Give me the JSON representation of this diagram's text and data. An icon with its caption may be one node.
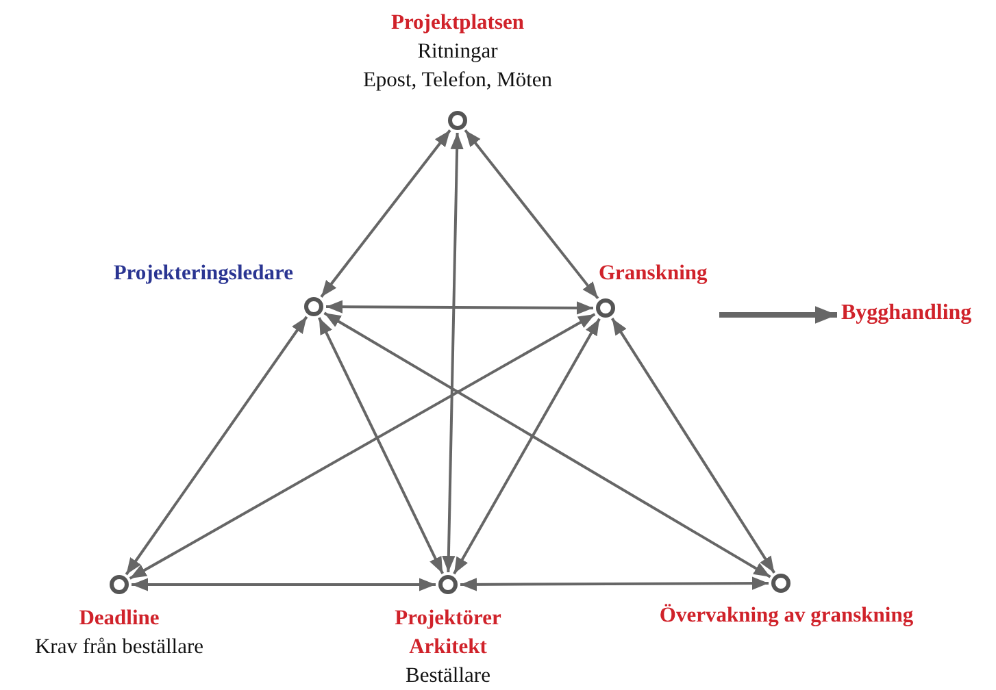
{
  "diagram": {
    "nodes": [
      {
        "text": [],
        "shape": "circle",
        "beside": [
          "Projektplatsen",
          "Ritningar",
          "Epost, Telefon, Möten"
        ]
      },
      {
        "text": [],
        "shape": "circle",
        "beside": [
          "Projekteringsledare"
        ]
      },
      {
        "text": [],
        "shape": "circle",
        "beside": [
          "Granskning"
        ]
      },
      {
        "text": [
          "Bygghandling"
        ]
      },
      {
        "text": [],
        "shape": "circle",
        "beside": [
          "Deadline",
          "Krav från beställare"
        ]
      },
      {
        "text": [],
        "shape": "circle",
        "beside": [
          "Projektörer Arkitekt",
          "Beställare"
        ]
      },
      {
        "text": [],
        "shape": "circle",
        "beside": [
          "Övervakning av granskning"
        ]
      }
    ],
    "edges": [
      {
        "from": 0,
        "to": 1,
        "arrow": "both"
      },
      {
        "from": 0,
        "to": 2,
        "arrow": "both"
      },
      {
        "from": 0,
        "to": 5,
        "arrow": "both"
      },
      {
        "from": 1,
        "to": 2,
        "arrow": "both"
      },
      {
        "from": 1,
        "to": 4,
        "arrow": "both"
      },
      {
        "from": 1,
        "to": 5,
        "arrow": "both"
      },
      {
        "from": 1,
        "to": 6,
        "arrow": "both"
      },
      {
        "from": 2,
        "to": 4,
        "arrow": "both"
      },
      {
        "from": 2,
        "to": 5,
        "arrow": "both"
      },
      {
        "from": 2,
        "to": 6,
        "arrow": "both"
      },
      {
        "from": 4,
        "to": 5,
        "arrow": "both"
      },
      {
        "from": 5,
        "to": 6,
        "arrow": "both"
      },
      {
        "from": null,
        "to": 3,
        "arrow": "to",
        "style": "thick"
      }
    ]
  }
}
